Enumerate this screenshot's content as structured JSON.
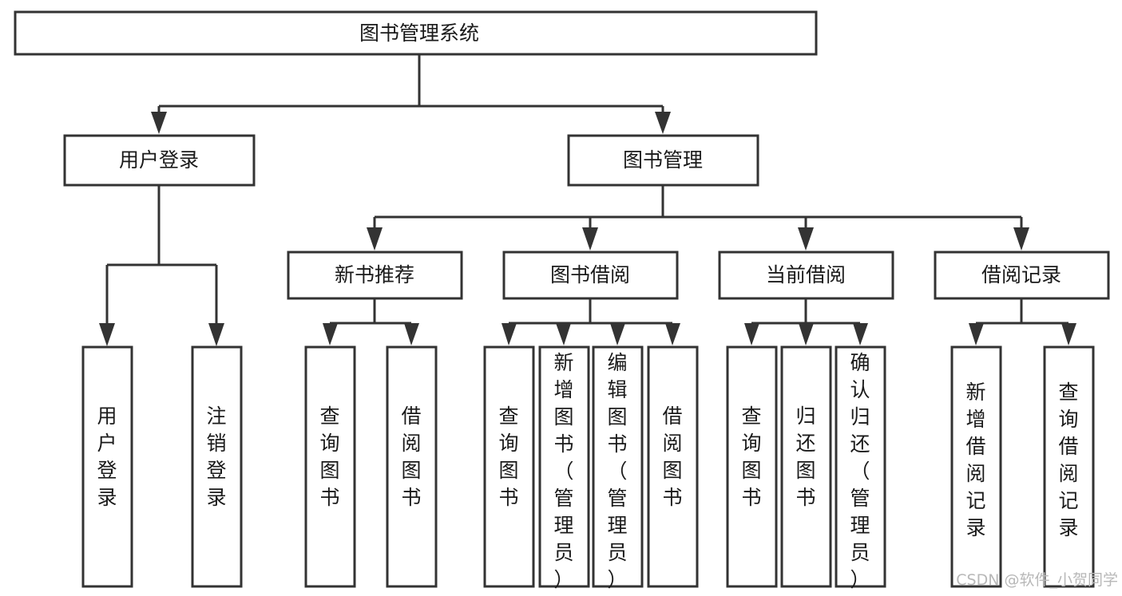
{
  "diagram": {
    "title": "图书管理系统",
    "type": "tree-hierarchy-chart",
    "colors": {
      "box_stroke": "#333333",
      "box_fill": "#ffffff",
      "text": "#1a1a1a",
      "background": "#ffffff",
      "watermark": "#b8b8b8"
    },
    "root": {
      "label": "图书管理系统"
    },
    "level2": [
      {
        "label": "用户登录"
      },
      {
        "label": "图书管理"
      }
    ],
    "level3": [
      {
        "label": "新书推荐"
      },
      {
        "label": "图书借阅"
      },
      {
        "label": "当前借阅"
      },
      {
        "label": "借阅记录"
      }
    ],
    "leaves": {
      "user_login": [
        {
          "label": "用户登录"
        },
        {
          "label": "注销登录"
        }
      ],
      "new_book_recommend": [
        {
          "label": "查询图书"
        },
        {
          "label": "借阅图书"
        }
      ],
      "book_borrow": [
        {
          "label": "查询图书"
        },
        {
          "label": "新增图书（管理员）"
        },
        {
          "label": "编辑图书（管理员）"
        },
        {
          "label": "借阅图书"
        }
      ],
      "current_borrow": [
        {
          "label": "查询图书"
        },
        {
          "label": "归还图书"
        },
        {
          "label": "确认归还（管理员）"
        }
      ],
      "borrow_record": [
        {
          "label": "新增借阅记录"
        },
        {
          "label": "查询借阅记录"
        }
      ]
    }
  },
  "watermark": {
    "text": "CSDN @软件_小贺同学"
  }
}
